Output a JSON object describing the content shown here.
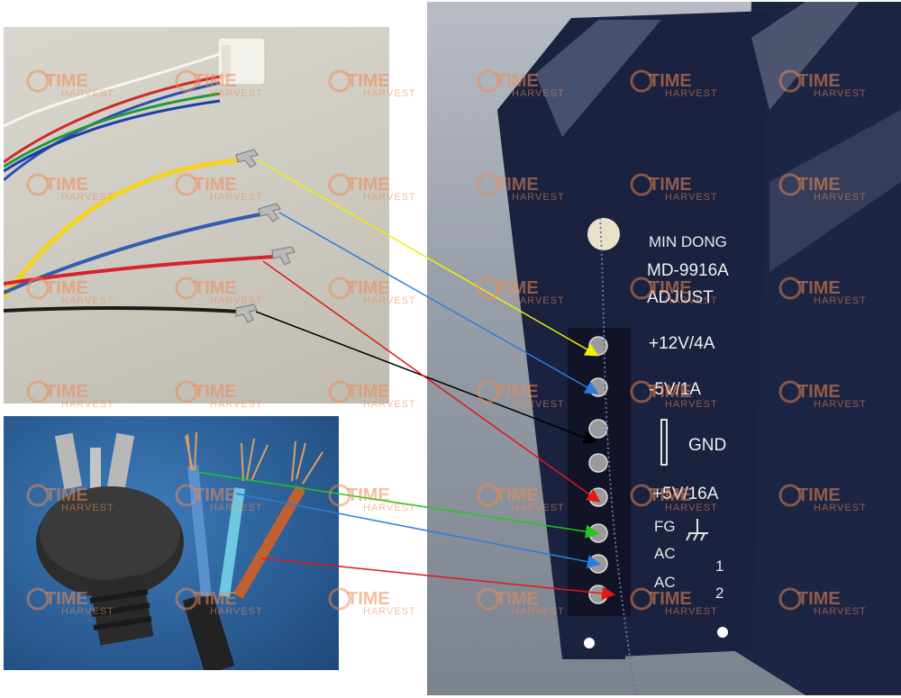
{
  "psu": {
    "brand": "MIN DONG",
    "model": "MD-9916A",
    "adjust": "ADJUST",
    "terminals": {
      "t1": "+12V/4A",
      "t2": "-5V/1A",
      "t3": "GND",
      "t4": "+5V/16A",
      "t5": "FG",
      "t6": "AC",
      "t6n": "1",
      "t7": "AC",
      "t7n": "2"
    }
  },
  "watermark": {
    "line1": "TIME",
    "line2": "HARVEST"
  },
  "colors": {
    "yellow_wire": "#f4d21e",
    "blue_wire": "#2f5fb0",
    "red_wire": "#d6242a",
    "black_wire": "#1b1b1b",
    "green_arrow": "#1ec81e",
    "blue_arrow": "#2a7de0",
    "red_arrow": "#e01818",
    "yellow_arrow": "#f0f000",
    "black_arrow": "#000000",
    "psu_body": "#1a2240",
    "watermark": "#f08a52"
  },
  "icons": [
    "ground-symbol-icon",
    "spade-terminal-icon",
    "plug-icon"
  ]
}
